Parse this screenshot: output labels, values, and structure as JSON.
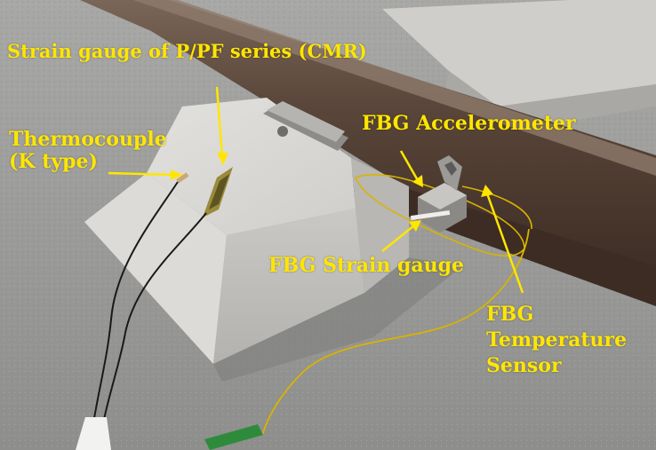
{
  "labels": {
    "strain_gauge_cmr": "Strain gauge of P/PF series (CMR)",
    "thermocouple_line1": "Thermocouple",
    "thermocouple_line2": "(K type)",
    "fbg_accelerometer": "FBG Accelerometer",
    "fbg_strain_gauge": "FBG Strain gauge",
    "fbg_temp_line1": "FBG",
    "fbg_temp_line2": "Temperature",
    "fbg_temp_line3": "Sensor"
  },
  "colors": {
    "label": "#ffe600",
    "arrow": "#ffe600",
    "ground": "#9a9a98",
    "concrete": "#d6d5d2",
    "rail": "#4e3a30",
    "fiber": "#d8b400"
  }
}
